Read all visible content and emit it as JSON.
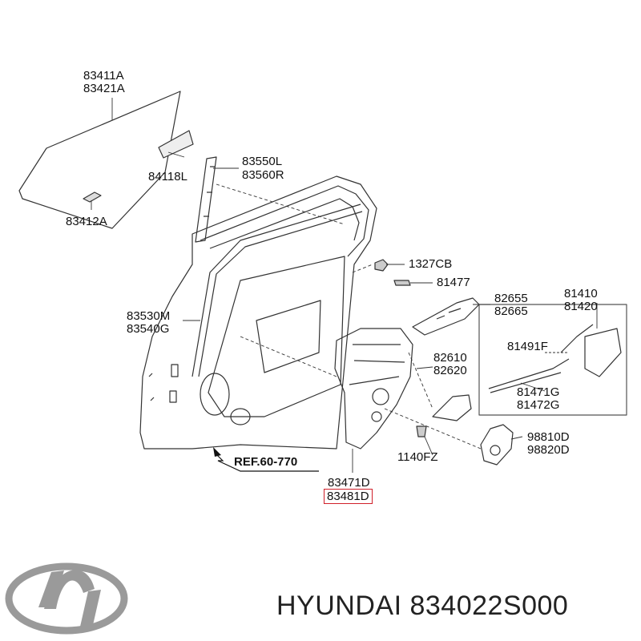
{
  "parts": {
    "p83411a": "83411A",
    "p83421a": "83421A",
    "p84118l": "84118L",
    "p83412a": "83412A",
    "p83550l": "83550L",
    "p83560r": "83560R",
    "p1327cb": "1327CB",
    "p81477": "81477",
    "p82655": "82655",
    "p82665": "82665",
    "p81410": "81410",
    "p81420": "81420",
    "p83530m": "83530M",
    "p83540g": "83540G",
    "p82610": "82610",
    "p82620": "82620",
    "p81491f": "81491F",
    "p81471g": "81471G",
    "p81472g": "81472G",
    "p98810d": "98810D",
    "p98820d": "98820D",
    "p1140fz": "1140FZ",
    "p83471d": "83471D",
    "p83481d": "83481D"
  },
  "ref": "REF.60-770",
  "brand": "HYUNDAI 834022S000",
  "colors": {
    "highlight": "#d0202a",
    "line": "#333333",
    "logo": "#9a9a9a"
  },
  "icons": {
    "logo": "hyundai-logo-icon"
  }
}
